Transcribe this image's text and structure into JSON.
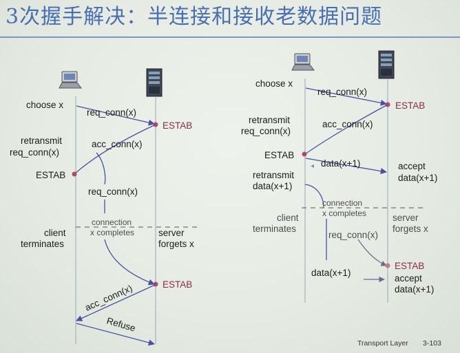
{
  "slide": {
    "title": "3次握手解决：半连接和接收老数据问题",
    "footer_left": "Transport Layer",
    "footer_right": "3-103"
  },
  "left": {
    "choose": "choose x",
    "req1": "req_conn(x)",
    "estab_server_1": "ESTAB",
    "retransmit_1": "retransmit",
    "retransmit_2": "req_conn(x)",
    "acc1": "acc_conn(x)",
    "estab_client": "ESTAB",
    "req2": "req_conn(x)",
    "conn_1": "connection",
    "conn_2": "x completes",
    "client_term_1": "client",
    "client_term_2": "terminates",
    "server_forgets_1": "server",
    "server_forgets_2": "forgets x",
    "estab_server_2": "ESTAB",
    "acc2": "acc_conn(x)",
    "refuse": "Refuse"
  },
  "right": {
    "choose": "choose x",
    "req1": "req_conn(x)",
    "estab_server_1": "ESTAB",
    "retransmit_1": "retransmit",
    "retransmit_2": "req_conn(x)",
    "acc1": "acc_conn(x)",
    "estab_client": "ESTAB",
    "data1": "data(x+1)",
    "accept1_1": "accept",
    "accept1_2": "data(x+1)",
    "retransmit_data_1": "retransmit",
    "retransmit_data_2": "data(x+1)",
    "conn_1": "connection",
    "conn_2": "x completes",
    "client_term_1": "client",
    "client_term_2": "terminates",
    "server_forgets_1": "server",
    "server_forgets_2": "forgets x",
    "req2": "req_conn(x)",
    "estab_server_2": "ESTAB",
    "accept2_1": "accept",
    "accept2_2": "data(x+1)",
    "data2": "data(x+1)"
  },
  "colors": {
    "title": "#4a6fb0",
    "estab_dot": "#b04a68",
    "arrow": "#4a4fa0"
  },
  "icons": [
    "laptop-icon",
    "server-tower-icon"
  ]
}
